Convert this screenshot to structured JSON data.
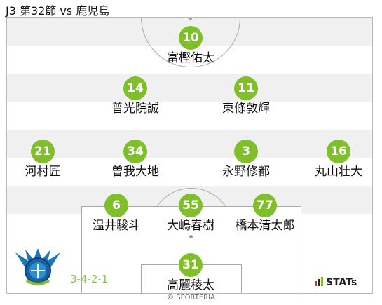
{
  "header": {
    "title": "J3 第32節 vs 鹿児島"
  },
  "formation": "3-4-2-1",
  "provider": "STATs",
  "credit": "© SPORTERIA",
  "players": [
    {
      "number": "10",
      "name": "富樫佑太"
    },
    {
      "number": "14",
      "name": "普光院誠"
    },
    {
      "number": "11",
      "name": "東條敦輝"
    },
    {
      "number": "21",
      "name": "河村匠"
    },
    {
      "number": "34",
      "name": "曽我大地"
    },
    {
      "number": "3",
      "name": "永野修都"
    },
    {
      "number": "16",
      "name": "丸山壮大"
    },
    {
      "number": "6",
      "name": "温井駿斗"
    },
    {
      "number": "55",
      "name": "大嶋春樹"
    },
    {
      "number": "77",
      "name": "橋本清太郎"
    },
    {
      "number": "31",
      "name": "高麗稜太"
    }
  ],
  "colors": {
    "accent": "#7fbf2a",
    "formation": "#8bc34a"
  }
}
